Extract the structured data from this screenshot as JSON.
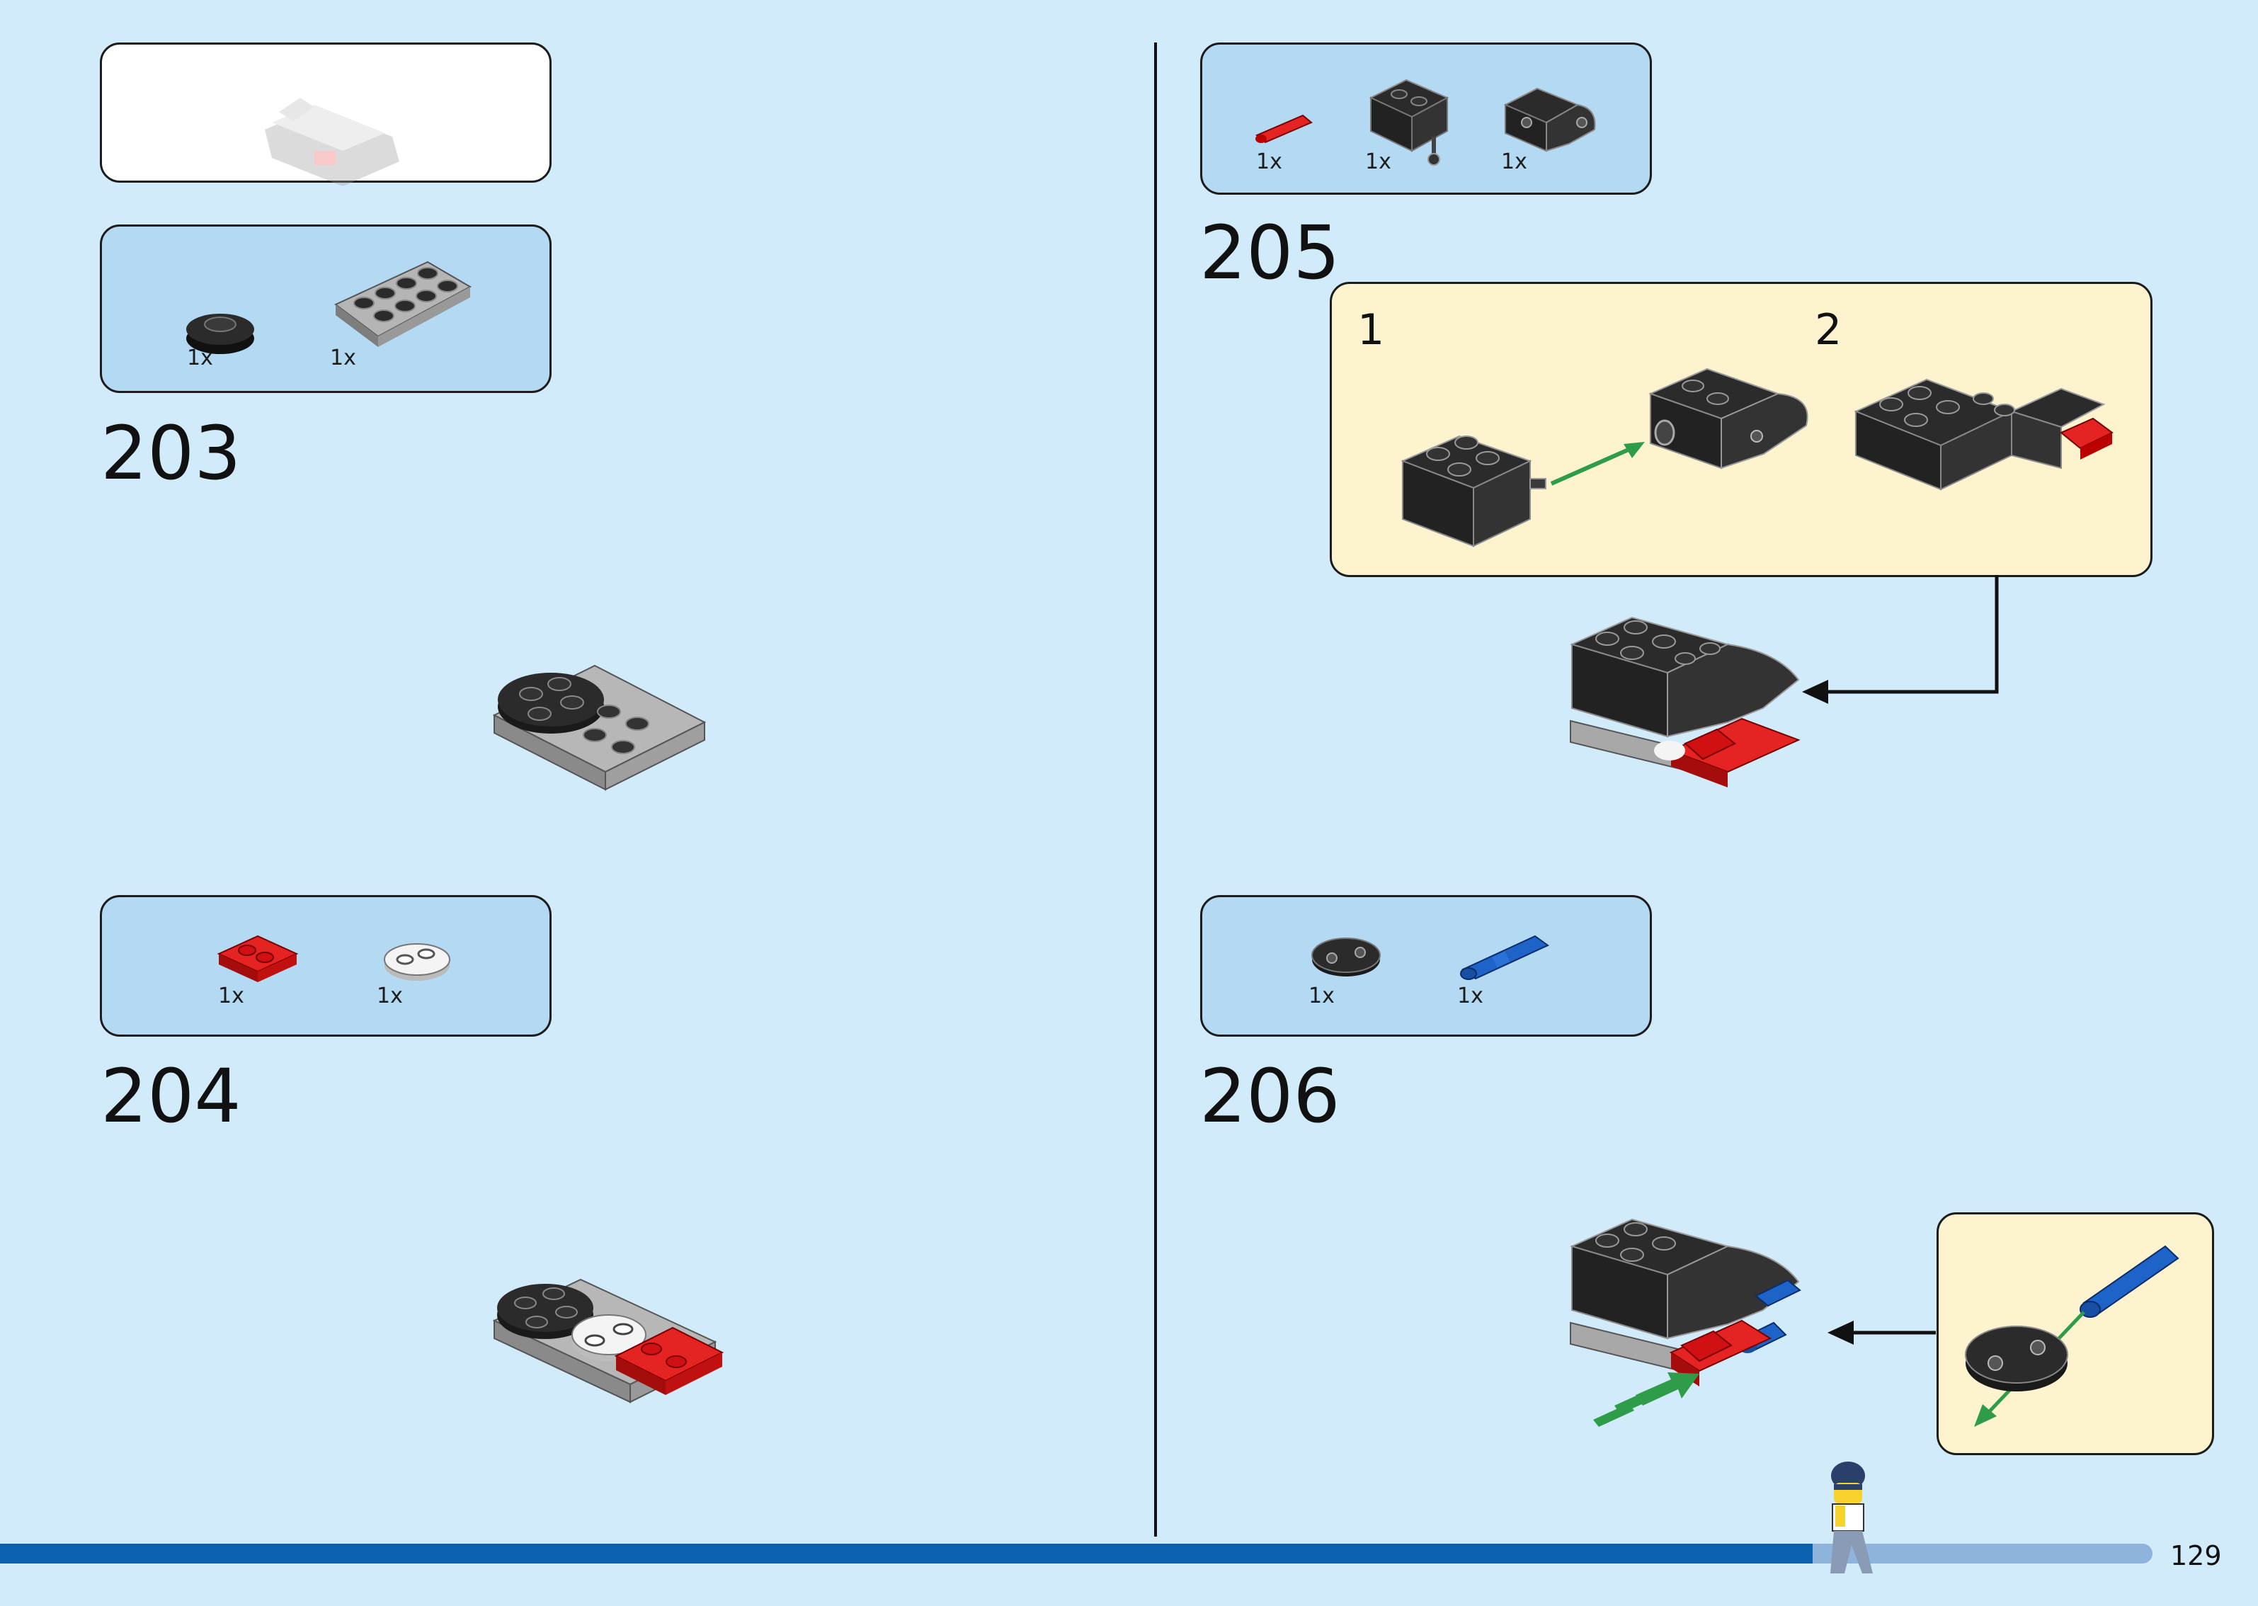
{
  "page": {
    "number": "129"
  },
  "steps": [
    {
      "id": "203",
      "number": "203",
      "parts": [
        {
          "name": "round-plate-2x2-black",
          "qty": "1x"
        },
        {
          "name": "plate-2x4-light-gray",
          "qty": "1x"
        }
      ]
    },
    {
      "id": "204",
      "number": "204",
      "parts": [
        {
          "name": "plate-modified-red",
          "qty": "1x"
        },
        {
          "name": "plate-round-end-white",
          "qty": "1x"
        }
      ]
    },
    {
      "id": "205",
      "number": "205",
      "parts": [
        {
          "name": "technic-pin-red",
          "qty": "1x"
        },
        {
          "name": "technic-brick-with-axle-black",
          "qty": "1x"
        },
        {
          "name": "technic-brick-with-liftarm-black",
          "qty": "1x"
        }
      ],
      "substeps": [
        {
          "label": "1"
        },
        {
          "label": "2"
        }
      ]
    },
    {
      "id": "206",
      "number": "206",
      "parts": [
        {
          "name": "liftarm-thick-1x2-black",
          "qty": "1x"
        },
        {
          "name": "technic-pin-long-blue",
          "qty": "1x"
        }
      ]
    }
  ],
  "colors": {
    "page_bg": "#d2ebfb",
    "parts_box_bg": "#b3d9f3",
    "substep_bg": "#fdf3cf",
    "brick_black": "#2b2b2b",
    "brick_gray": "#a8a8a8",
    "brick_red": "#d01012",
    "brick_white": "#f4f4f4",
    "pin_blue": "#1e63c8",
    "arrow_green": "#2e9c49",
    "bar_blue": "#0b61ae"
  }
}
